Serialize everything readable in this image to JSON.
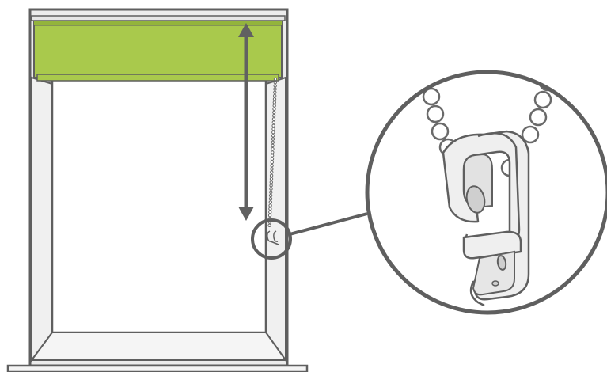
{
  "figure": {
    "description_free": true,
    "colors": {
      "frame_fill": "#ececec",
      "frame_inner": "#f7f7f7",
      "outline": "#5f5f5f",
      "blind_green": "#a9c94c",
      "blind_green_dark": "#93b43c",
      "arrow": "#616161",
      "bead": "#ffffff",
      "bead_stroke": "#6a6a6a",
      "clip_fill": "#efefef",
      "clip_shadow": "#d6d6d6"
    },
    "icons": {
      "arrow": "double-headed-vertical-arrow",
      "chain": "bead-chain",
      "clip": "chain-safety-clip"
    }
  }
}
